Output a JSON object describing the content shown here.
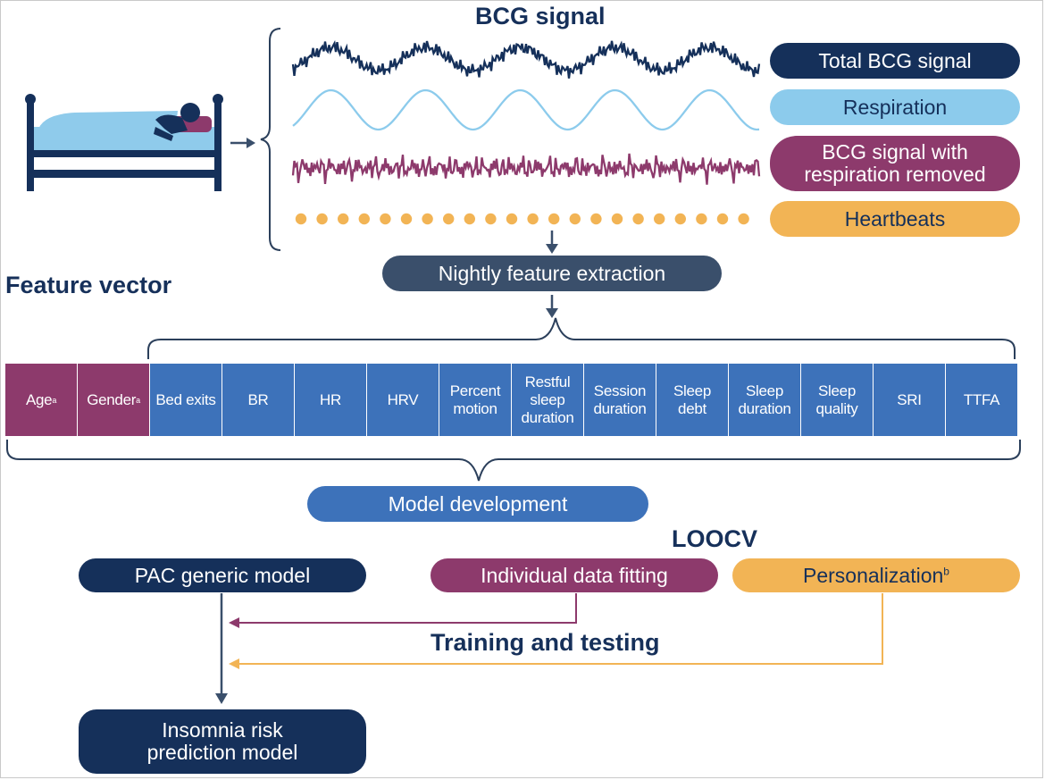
{
  "header": {
    "title": "BCG signal"
  },
  "signals": [
    {
      "label": "Total BCG signal",
      "color": "#15305a",
      "text_color": "#ffffff"
    },
    {
      "label": "Respiration",
      "color": "#8ccbec",
      "text_color": "#15305a"
    },
    {
      "label": "BCG signal with respiration removed",
      "color": "#8d3a6c",
      "text_color": "#ffffff"
    },
    {
      "label": "Heartbeats",
      "color": "#f2b455",
      "text_color": "#15305a"
    }
  ],
  "extraction": {
    "label": "Nightly feature extraction"
  },
  "feature_vector": {
    "title": "Feature vector",
    "demographic": [
      {
        "label": "Age",
        "sup": "a"
      },
      {
        "label": "Gender",
        "sup": "a"
      }
    ],
    "features": [
      "Bed exits",
      "BR",
      "HR",
      "HRV",
      "Percent motion",
      "Restful sleep duration",
      "Session duration",
      "Sleep debt",
      "Sleep duration",
      "Sleep quality",
      "SRI",
      "TTFA"
    ]
  },
  "model_development": {
    "label": "Model development"
  },
  "loocv": {
    "title": "LOOCV"
  },
  "models": {
    "generic": "PAC generic model",
    "individual": "Individual data fitting",
    "personalization": "Personalization",
    "personalization_sup": "b"
  },
  "training": {
    "label": "Training and testing"
  },
  "output": {
    "label": "Insomnia risk prediction model"
  },
  "colors": {
    "navy": "#15305a",
    "slate": "#3a4f6b",
    "blue": "#3d72ba",
    "light_blue": "#8ccbec",
    "purple": "#8d3a6c",
    "orange": "#f2b455"
  }
}
